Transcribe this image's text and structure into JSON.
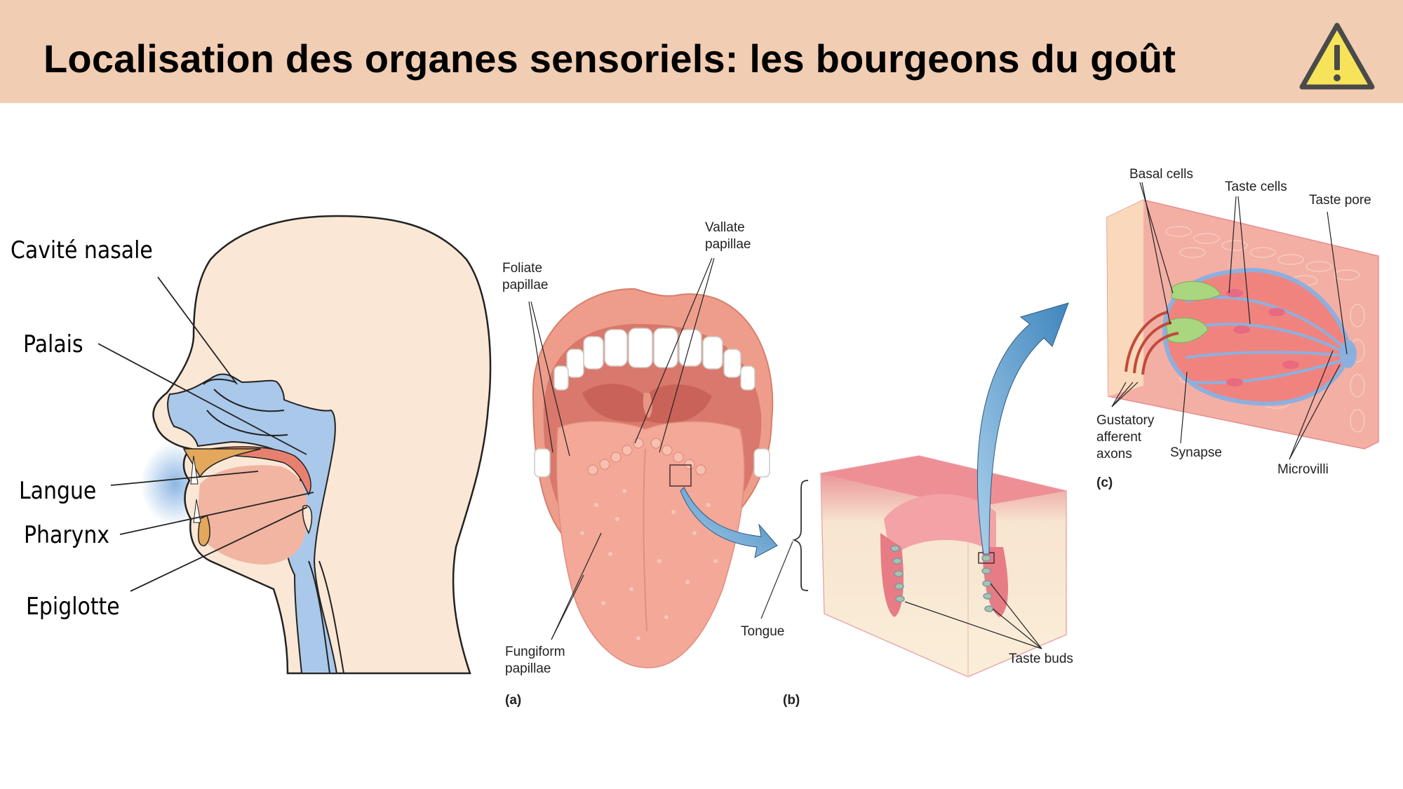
{
  "header": {
    "title": "Localisation des organes sensoriels: les bourgeons du goût",
    "background_color": "#F1CDB3",
    "icon": "warning-icon",
    "icon_colors": {
      "fill": "#F7E35A",
      "stroke": "#4A4A4A"
    }
  },
  "head_diagram": {
    "labels": [
      {
        "id": "cavite-nasale",
        "text": "Cavité nasale"
      },
      {
        "id": "palais",
        "text": "Palais"
      },
      {
        "id": "langue",
        "text": "Langue"
      },
      {
        "id": "pharynx",
        "text": "Pharynx"
      },
      {
        "id": "epiglotte",
        "text": "Epiglotte"
      }
    ],
    "colors": {
      "skin": "#FAE7D5",
      "airway": "#A9C8EA",
      "tongue": "#F1B5A2",
      "palate": "#E8806F",
      "bone": "#E3A85B"
    }
  },
  "tongue_figure": {
    "panel_a": {
      "label": "(a)",
      "foliate": "Foliate\npapillae",
      "vallate": "Vallate\npapillae",
      "fungiform": "Fungiform\npapillae"
    },
    "panel_b": {
      "label": "(b)",
      "tongue": "Tongue",
      "taste_buds": "Taste buds"
    },
    "panel_c": {
      "label": "(c)",
      "basal_cells": "Basal cells",
      "taste_cells": "Taste cells",
      "taste_pore": "Taste pore",
      "gustatory_axons": "Gustatory\nafferent\naxons",
      "synapse": "Synapse",
      "microvilli": "Microvilli"
    },
    "arrow_color": "#4F94C6"
  }
}
